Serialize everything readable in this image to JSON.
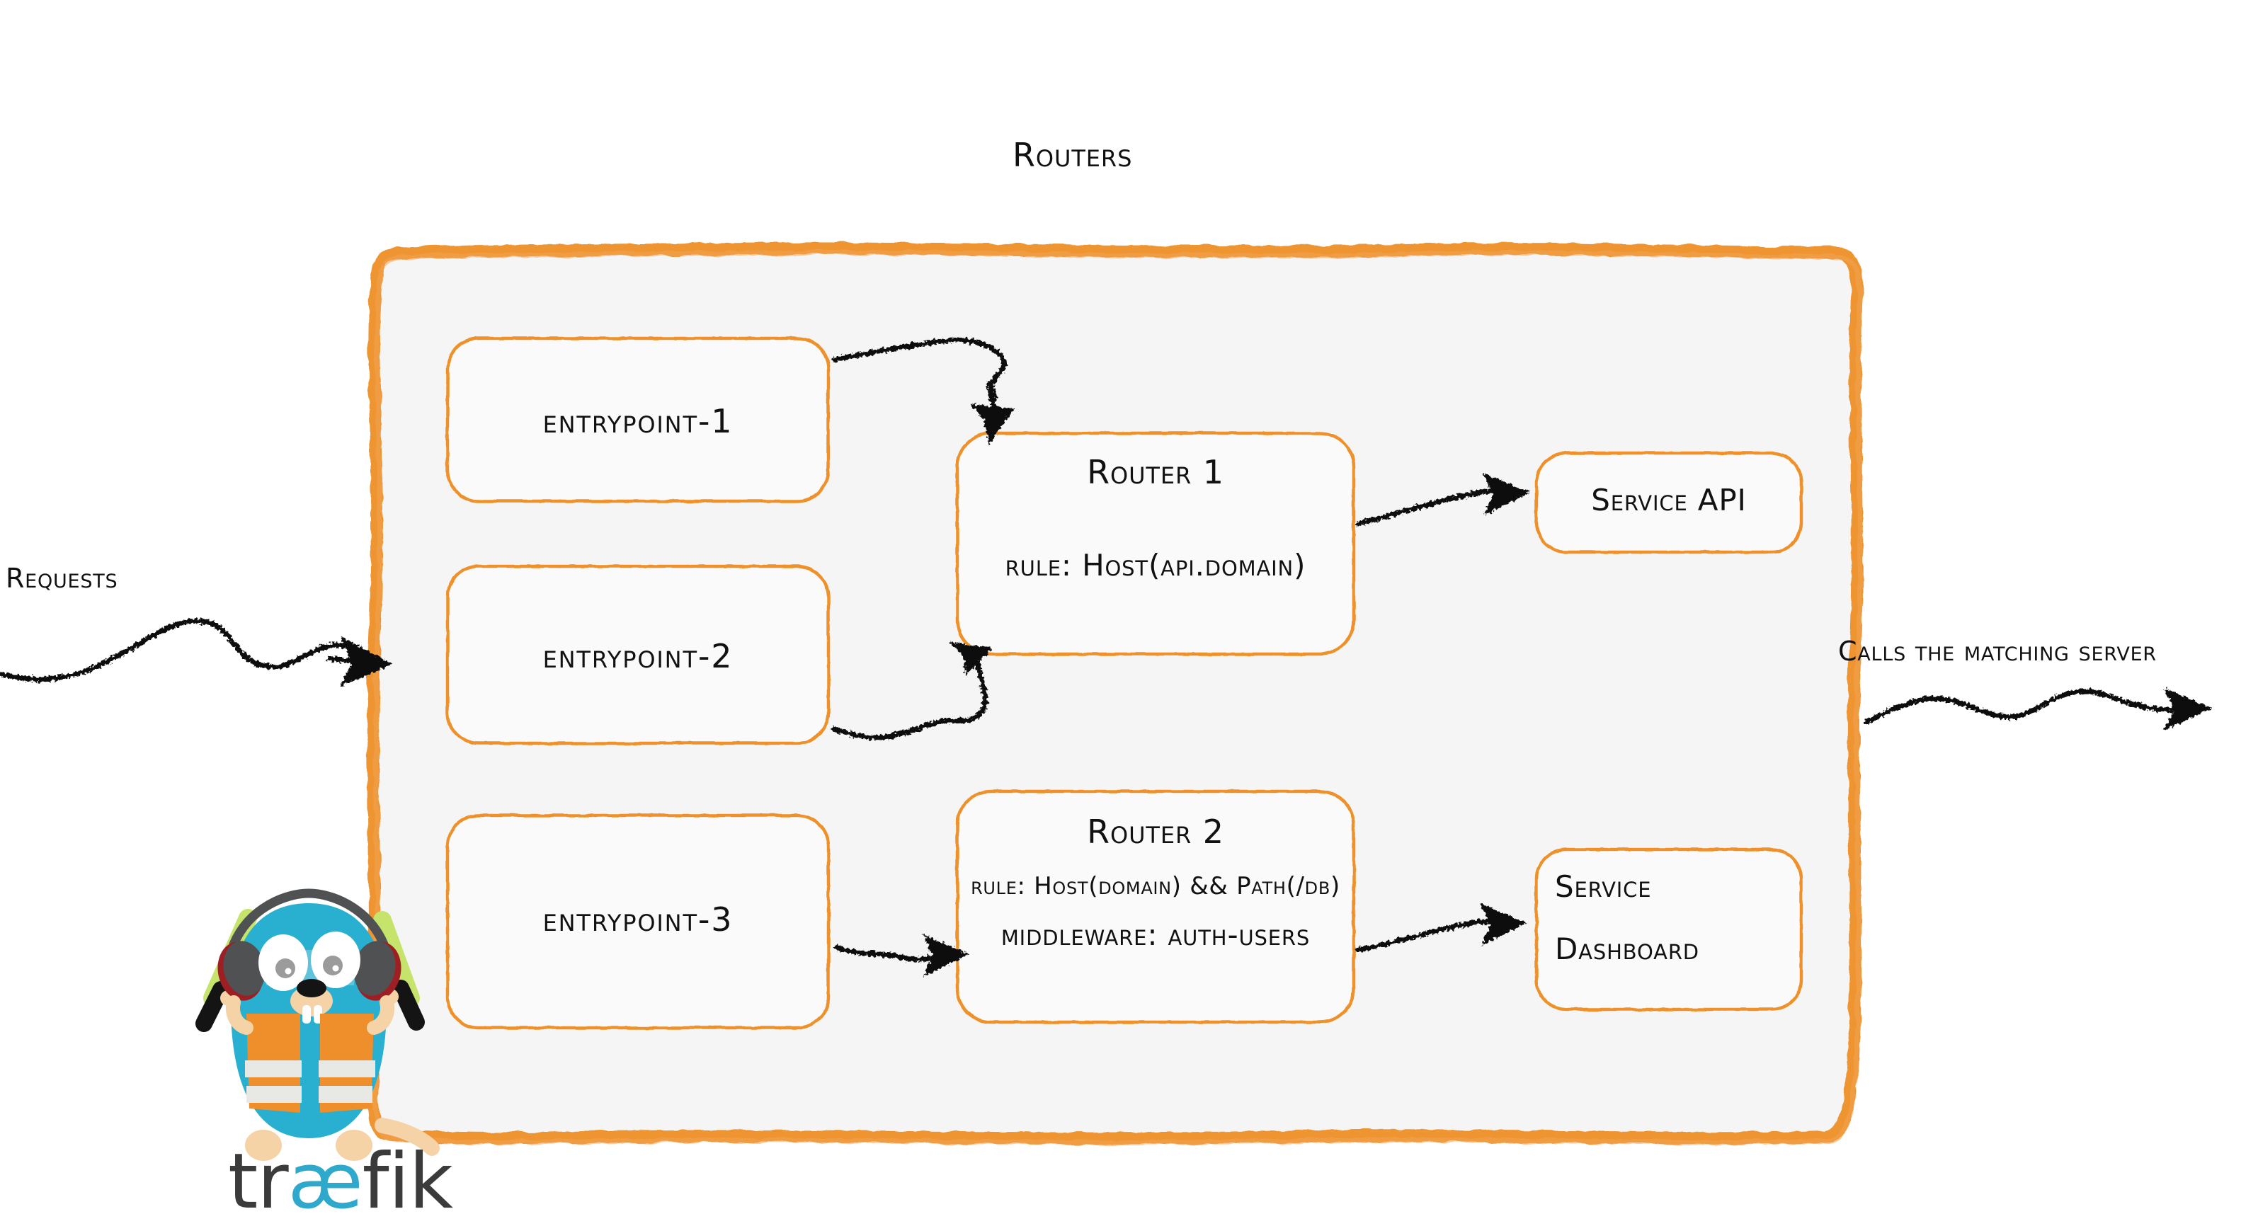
{
  "diagram": {
    "title": "Routers",
    "brand": "traefik",
    "brand_colors": {
      "orange": "#EE9129",
      "orange_light": "#F3A04A",
      "cyan": "#2EA9CB",
      "ink": "#111111",
      "panel_fill": "#F5F5F5",
      "box_fill": "#FAFAFA",
      "wordmark_gray": "#3B3B3B"
    }
  },
  "flow": {
    "inbound_label": "Requests",
    "outbound_label": "Calls the matching server"
  },
  "entrypoints": [
    {
      "label": "entrypoint-1"
    },
    {
      "label": "entrypoint-2"
    },
    {
      "label": "entrypoint-3"
    }
  ],
  "routers": [
    {
      "title": "Router 1",
      "lines": [
        {
          "text": "rule: Host(api.domain)",
          "size": "normal"
        }
      ]
    },
    {
      "title": "Router 2",
      "lines": [
        {
          "text": "rule: Host(domain) && Path(/db)",
          "size": "small"
        },
        {
          "text": "middleware: auth-users",
          "size": "normal"
        }
      ]
    }
  ],
  "services": [
    {
      "line1": "Service API",
      "line2": ""
    },
    {
      "line1": "Service",
      "line2": "Dashboard"
    }
  ],
  "mascot": {
    "name": "traefik-gopher",
    "body_color": "#29AFD0",
    "vest_color": "#EE8F2B",
    "vest_stripe_color": "#E8E8E4",
    "headphone_color": "#4F5153",
    "headphone_accent": "#9E1F23",
    "wand_color": "#C6E36B",
    "limb_color": "#F5D3A6"
  }
}
